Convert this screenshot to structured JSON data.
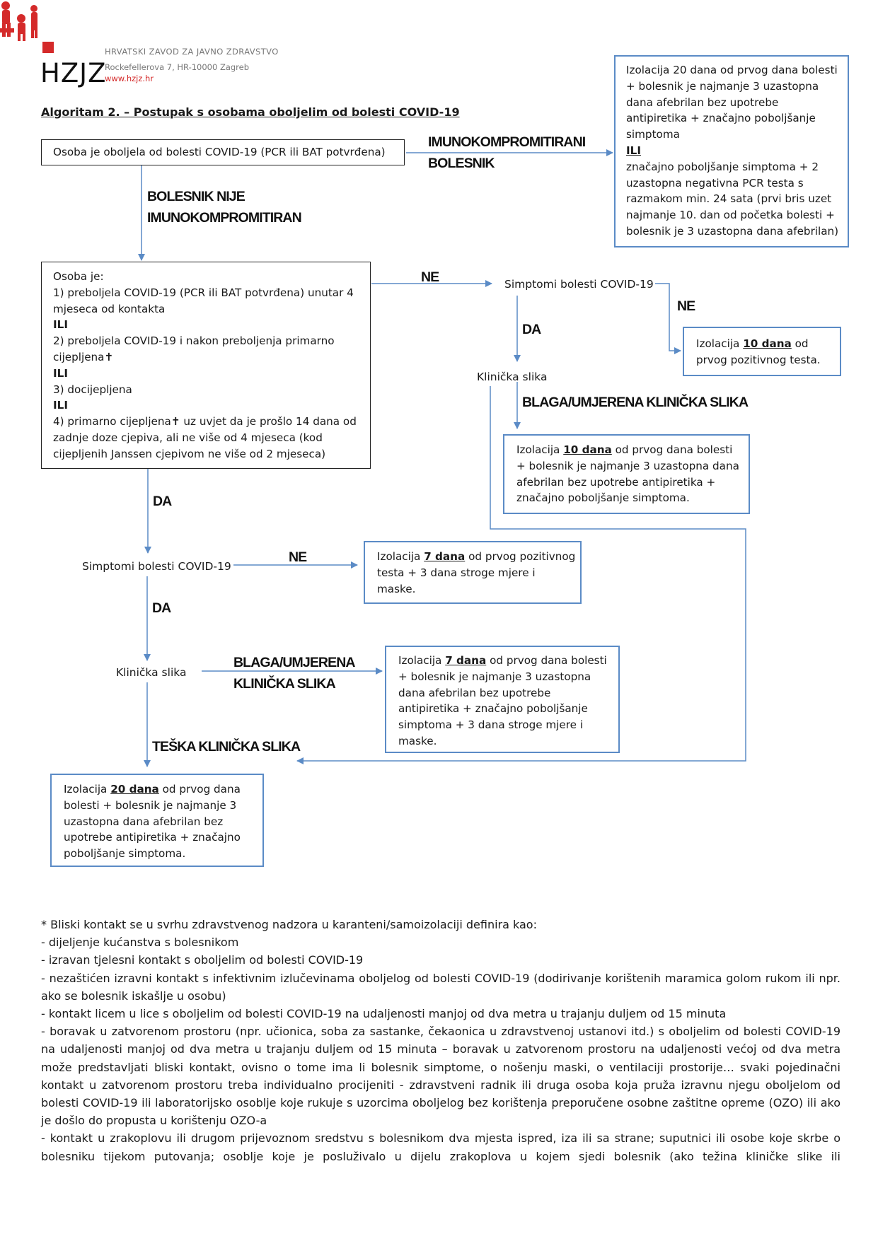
{
  "header": {
    "logo_text": "HZJZ",
    "institute": "HRVATSKI ZAVOD ZA JAVNO ZDRAVSTVO",
    "address": "Rockefellerova 7, HR-10000 Zagreb",
    "website": "www.hzjz.hr"
  },
  "title": "Algoritam 2. – Postupak s osobama oboljelim od bolesti COVID-19",
  "flow": {
    "start": "Osoba je oboljela od bolesti COVID-19 (PCR ili BAT potvrđena)",
    "label_imuno": [
      "IMUNOKOMPROMITIRANI",
      "BOLESNIK"
    ],
    "imuno_box": {
      "part1": "Izolacija 20 dana od prvog dana bolesti + bolesnik je najmanje 3 uzastopna dana afebrilan bez upotrebe antipiretika + značajno poboljšanje simptoma",
      "ili": "ILI",
      "part2": "značajno poboljšanje simptoma + 2 uzastopna negativna PCR testa s razmakom min. 24 sata (prvi bris uzet najmanje 10. dan od početka bolesti + bolesnik je 3 uzastopna dana afebrilan)"
    },
    "label_not_imuno": [
      "BOLESNIK NIJE",
      "IMUNOKOMPROMITIRAN"
    ],
    "person_box": {
      "intro": "Osoba je:",
      "opt1": "1) preboljela COVID-19 (PCR ili BAT potvrđena) unutar 4 mjeseca od kontakta",
      "ili": "ILI",
      "opt2": "2) preboljela COVID-19 i nakon preboljenja primarno cijepljena",
      "dagger": "✝",
      "opt3": "3) docijepljena",
      "opt4a": "4) primarno cijepljena",
      "opt4b": " uz uvjet da je prošlo 14 dana od zadnje doze cjepiva, ali ne više od 4 mjeseca (kod cijepljenih Janssen cjepivom ne više od 2 mjeseca)"
    },
    "ne": "NE",
    "da": "DA",
    "symptoms": "Simptomi bolesti COVID-19",
    "clinical": "Klinička slika",
    "right_iso_pos": {
      "pre": "Izolacija ",
      "bold": "10 dana",
      "post": " od prvog pozitivnog testa."
    },
    "label_mild_right": "BLAGA/UMJERENA KLINIČKA SLIKA",
    "right_iso_mild": {
      "pre": "Izolacija ",
      "bold": "10 dana",
      "post": " od prvog  dana bolesti + bolesnik je najmanje 3 uzastopna dana afebrilan bez upotrebe antipiretika + značajno poboljšanje simptoma."
    },
    "left_iso_pos": {
      "pre": "Izolacija ",
      "bold": "7 dana",
      "post": " od prvog pozitivnog testa + 3 dana stroge mjere i maske."
    },
    "label_mild_left": [
      "BLAGA/UMJERENA",
      "KLINIČKA SLIKA"
    ],
    "left_iso_mild": {
      "pre": "Izolacija ",
      "bold": "7 dana",
      "post": " od prvog dana bolesti + bolesnik je najmanje 3 uzastopna dana afebrilan bez upotrebe antipiretika + značajno poboljšanje simptoma + 3 dana stroge mjere i maske."
    },
    "label_severe": "TEŠKA KLINIČKA SLIKA",
    "severe_box": {
      "pre": "Izolacija ",
      "bold": "20 dana",
      "post": " od prvog dana bolesti + bolesnik je najmanje 3 uzastopna dana afebrilan bez upotrebe antipiretika + značajno poboljšanje simptoma."
    }
  },
  "notes": [
    "* Bliski kontakt se u svrhu zdravstvenog nadzora u karanteni/samoizolaciji definira kao:",
    "- dijeljenje kućanstva s bolesnikom",
    "- izravan tjelesni kontakt s oboljelim od bolesti COVID-19",
    "- nezaštićen izravni kontakt s infektivnim izlučevinama oboljelog od bolesti COVID-19 (dodirivanje korištenih maramica golom rukom ili npr. ako se bolesnik iskašlje u osobu)",
    "- kontakt licem u lice s oboljelim od bolesti COVID-19 na udaljenosti manjoj od dva metra u trajanju duljem od 15 minuta",
    "- boravak u zatvorenom prostoru (npr. učionica, soba za sastanke, čekaonica u zdravstvenoj ustanovi itd.) s oboljelim od bolesti COVID-19 na udaljenosti manjoj od dva metra u trajanju duljem od 15 minuta – boravak u zatvorenom prostoru na udaljenosti većoj od dva metra može predstavljati bliski kontakt, ovisno o tome ima li bolesnik simptome, o nošenju maski, o ventilaciji prostorije… svaki pojedinačni kontakt u zatvorenom prostoru treba individualno procijeniti - zdravstveni radnik ili druga osoba koja pruža izravnu njegu oboljelom od bolesti COVID-19 ili laboratorijsko osoblje koje rukuje s uzorcima oboljelog bez korištenja preporučene osobne zaštitne opreme (OZO) ili ako je došlo do propusta u korištenju OZO-a",
    "- kontakt u zrakoplovu ili drugom prijevoznom sredstvu s bolesnikom dva mjesta ispred, iza ili sa strane; suputnici ili osobe koje skrbe o bolesniku tijekom putovanja; osoblje koje je posluživalo u dijelu zrakoplova u kojem sjedi bolesnik (ako težina kliničke slike ili"
  ],
  "colors": {
    "brand_red": "#d42a2a",
    "arrow_blue": "#5b8bc6",
    "box_blue": "#5b8bc6"
  }
}
